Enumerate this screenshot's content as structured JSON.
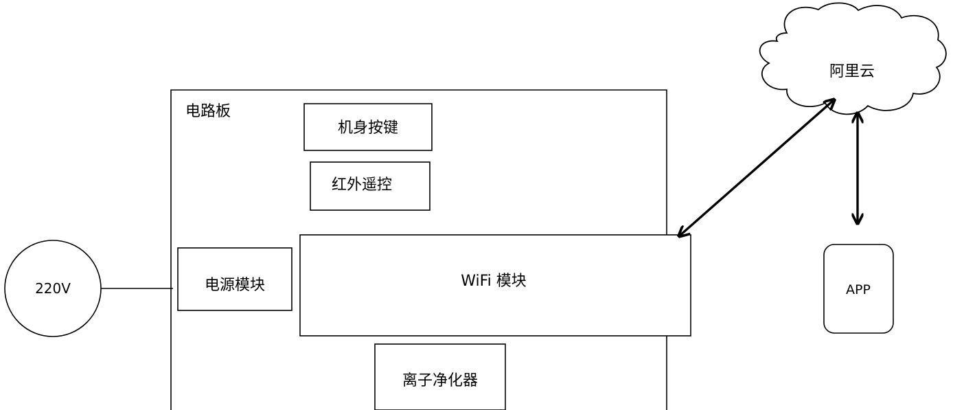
{
  "diagram": {
    "board_label": "电路板",
    "nodes": {
      "body_buttons": "机身按键",
      "ir_remote": "红外遥控",
      "power_module": "电源模块",
      "wifi_module": "WiFi 模块",
      "ion_purifier": "离子净化器",
      "power_source": "220V",
      "cloud": "阿里云",
      "app": "APP"
    },
    "connections": [
      {
        "from": "power_source",
        "to": "power_module",
        "type": "line"
      },
      {
        "from": "wifi_module",
        "to": "cloud",
        "type": "bidirectional-arrow"
      },
      {
        "from": "cloud",
        "to": "app",
        "type": "bidirectional-arrow"
      }
    ]
  }
}
